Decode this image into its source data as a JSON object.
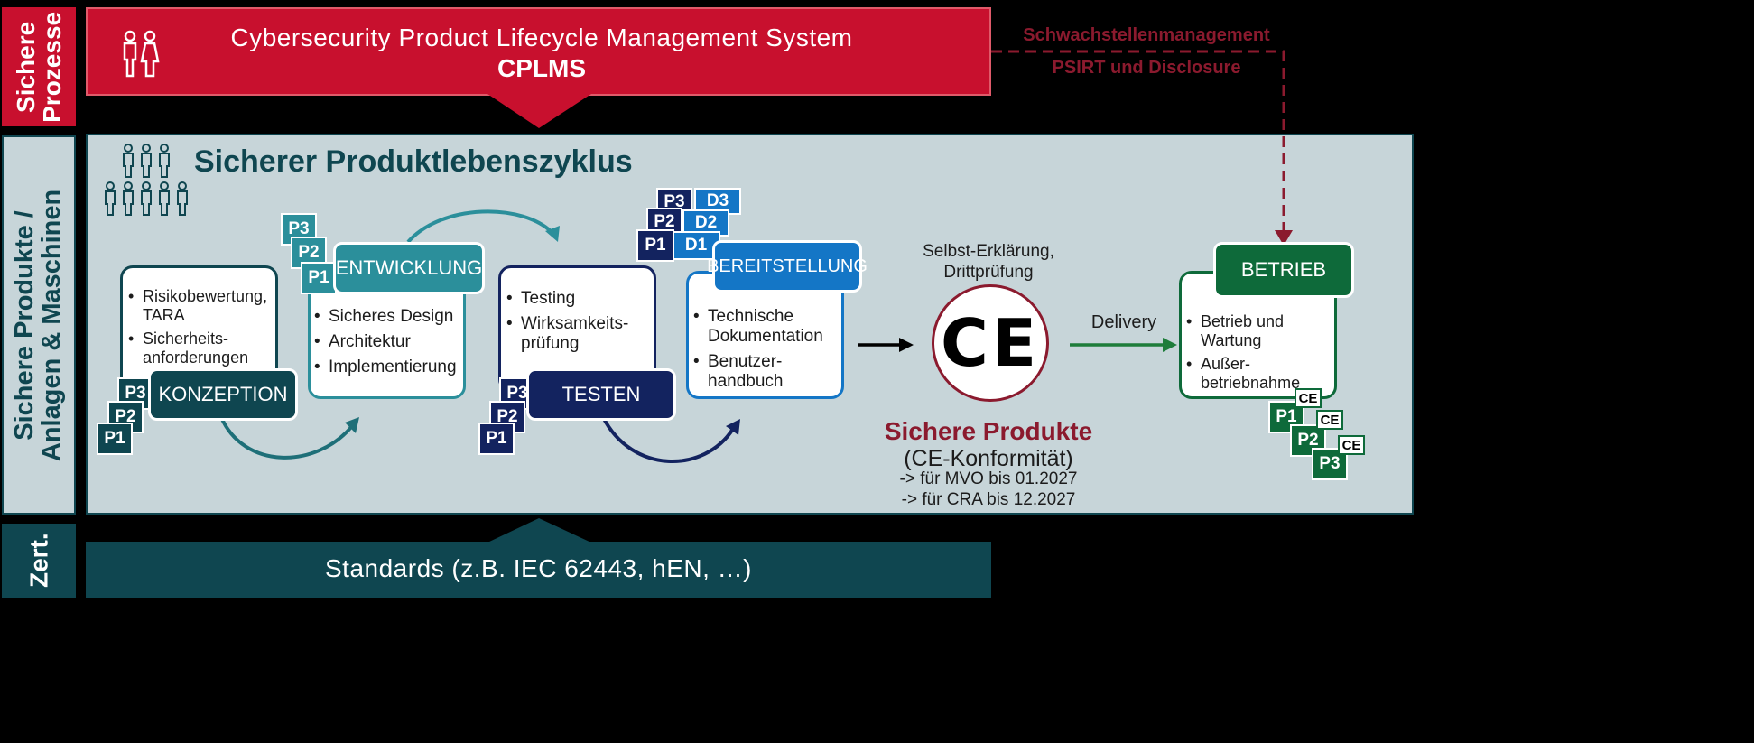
{
  "side_labels": {
    "prozesse": "Sichere\nProzesse",
    "produkte": "Sichere Produkte /\nAnlagen & Maschinen",
    "zert": "Zert."
  },
  "cplms": {
    "title": "Cybersecurity Product Lifecycle Management System",
    "abbr": "CPLMS"
  },
  "vuln": {
    "line1": "Schwachstellenmanagement",
    "line2": "PSIRT und Disclosure"
  },
  "lifecycle_title": "Sicherer Produktlebenszyklus",
  "phases": {
    "konzeption": {
      "label": "KONZEPTION",
      "items": [
        "Risikobewertung, TARA",
        "Sicherheits-anforderungen"
      ]
    },
    "entwicklung": {
      "label": "ENTWICKLUNG",
      "items": [
        "Sicheres Design",
        "Architektur",
        "Implementierung"
      ]
    },
    "testen": {
      "label": "TESTEN",
      "items": [
        "Testing",
        "Wirksamkeits-prüfung"
      ]
    },
    "bereitstellung": {
      "label": "BEREITSTELLUNG",
      "items": [
        "Technische Dokumentation",
        "Benutzer-handbuch"
      ]
    },
    "betrieb": {
      "label": "BETRIEB",
      "items": [
        "Betrieb und Wartung",
        "Außer-betriebnahme"
      ]
    }
  },
  "docs": {
    "p1": "P1",
    "p2": "P2",
    "p3": "P3",
    "d1": "D1",
    "d2": "D2",
    "d3": "D3",
    "ce": "CE"
  },
  "ce_block": {
    "above": "Selbst-Erklärung,\nDrittprüfung",
    "delivery": "Delivery",
    "title": "Sichere Produkte",
    "subtitle": "(CE-Konformität)",
    "line1": "-> für MVO bis 01.2027",
    "line2": "-> für CRA bis 12.2027"
  },
  "standards": "Standards (z.B. IEC 62443, hEN, …)",
  "colors": {
    "red": "#c8102e",
    "dark_red": "#8b1a2e",
    "panel": "#c7d5d9",
    "teal_dark": "#0f4650",
    "teal": "#2b8f9b",
    "navy": "#13235f",
    "blue": "#1476c6",
    "green": "#0e6a3a"
  }
}
